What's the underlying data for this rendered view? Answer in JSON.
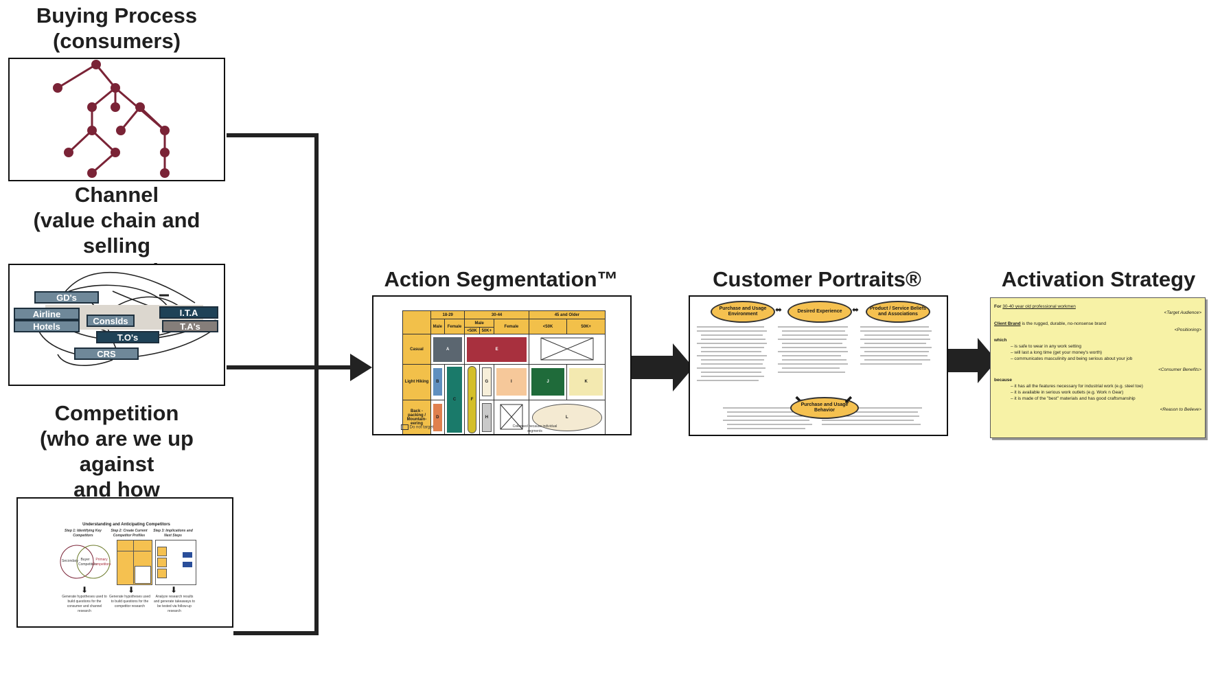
{
  "headers": {
    "buying": [
      "Buying Process",
      "(consumers)"
    ],
    "channel": [
      "Channel",
      "(value chain and selling",
      "process)"
    ],
    "competition": [
      "Competition",
      "(who are we up against",
      "and how differentiated)"
    ],
    "action": "Action Segmentation™",
    "portraits": "Customer Portraits®",
    "activation": "Activation Strategy"
  },
  "channel_tags": [
    "GD's",
    "Airline",
    "Hotels",
    "Conslds",
    "I.T.A",
    "T.A's",
    "T.O's",
    "CRS"
  ],
  "competitors_slide": {
    "title": "Understanding and Anticipating Competitors",
    "steps": [
      "Step 1: Identifying Key Competitors",
      "Step 2: Create Current Competitor Profiles",
      "Step 3: Implications and Next Steps"
    ],
    "venn": [
      "Secondary",
      "Buyer Competitors",
      "Primary Competitors"
    ],
    "bottom": [
      "Generate hypotheses used to build questions for the consumer and channel research",
      "Generate hypotheses used to build questions for the competitor research",
      "Analyze research results and generate takeaways to be tested via follow-up research"
    ]
  },
  "segmentation": {
    "age_groups": [
      "18-29",
      "30-44",
      "45 and Older"
    ],
    "sub_headers": [
      "Male",
      "Female",
      "Male",
      "Female",
      "<50K",
      "50K+"
    ],
    "male_income": [
      "<50K",
      "50K+"
    ],
    "rows": [
      "Casual",
      "Light Hiking",
      "Back - packing / Mountain-eering"
    ],
    "letters": [
      "A",
      "B",
      "C",
      "D",
      "E",
      "F",
      "G",
      "H",
      "I",
      "J",
      "K",
      "L"
    ],
    "legend": "Do not target",
    "note": "Collapsed because individual segments",
    "colors": {
      "A": "#5b6670",
      "E": "#a8303e",
      "B": "#5f8fbf",
      "C": "#1a7a6a",
      "D": "#e0804e",
      "F": "#d4bf2a",
      "I": "#f6c89a",
      "J": "#1f6b3a",
      "K": "#f3e9b0",
      "L": "#f4ead2"
    }
  },
  "portraits": {
    "bubbles": [
      "Purchase and Usage Environment",
      "Desired Experience",
      "Product / Service Beliefs and Associations",
      "Purchase and Usage Behavior"
    ]
  },
  "activation": {
    "line1_prefix": "For",
    "line1_text": "30-40 year old professional workmen",
    "tag1": "<Target Audience>",
    "client_brand": "Client Brand",
    "line2_text": "is the rugged, durable, no-nonsense brand",
    "tag2": "<Positioning>",
    "which": "which",
    "which_items": [
      "– is safe to wear in any work setting",
      "– will last a long time (get your money's worth)",
      "– communicates masculinity and being serious about your job"
    ],
    "tag3": "<Consumer Benefits>",
    "because": "because",
    "because_items": [
      "– it has all the features necessary for industrial work (e.g. steel toe)",
      "– it is available in serious work outlets (e.g. Work n Gear)",
      "– it is made of the \"best\" materials and has good craftsmanship"
    ],
    "tag4": "<Reason to Believe>"
  }
}
